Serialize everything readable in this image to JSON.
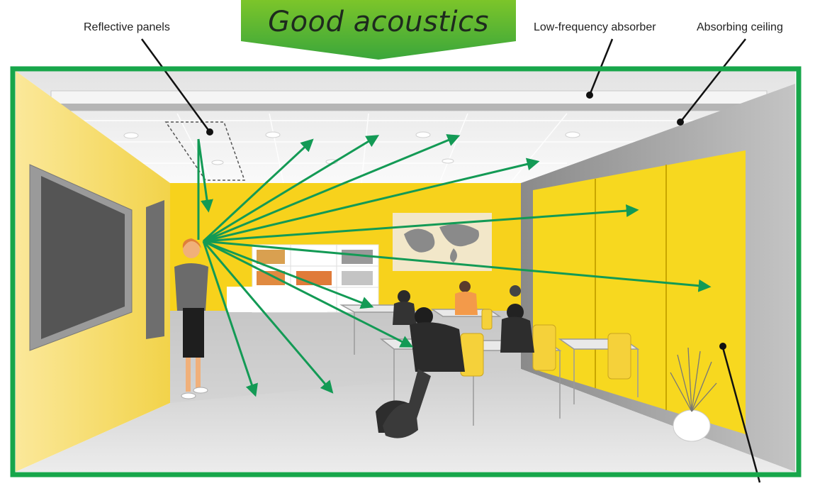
{
  "title": "Good acoustics",
  "labels": {
    "reflective_panels": "Reflective panels",
    "low_frequency_absorber": "Low-frequency absorber",
    "absorbing_ceiling": "Absorbing ceiling"
  },
  "colors": {
    "frame": "#17a64a",
    "banner_top": "#7cc52a",
    "banner_bottom": "#3aa63b",
    "arrow": "#139a55",
    "wall_yellow": "#f7d21c",
    "wall_left": "#f5df5a",
    "floor": "#d8d8d8",
    "ceiling": "#f0f0f0"
  }
}
